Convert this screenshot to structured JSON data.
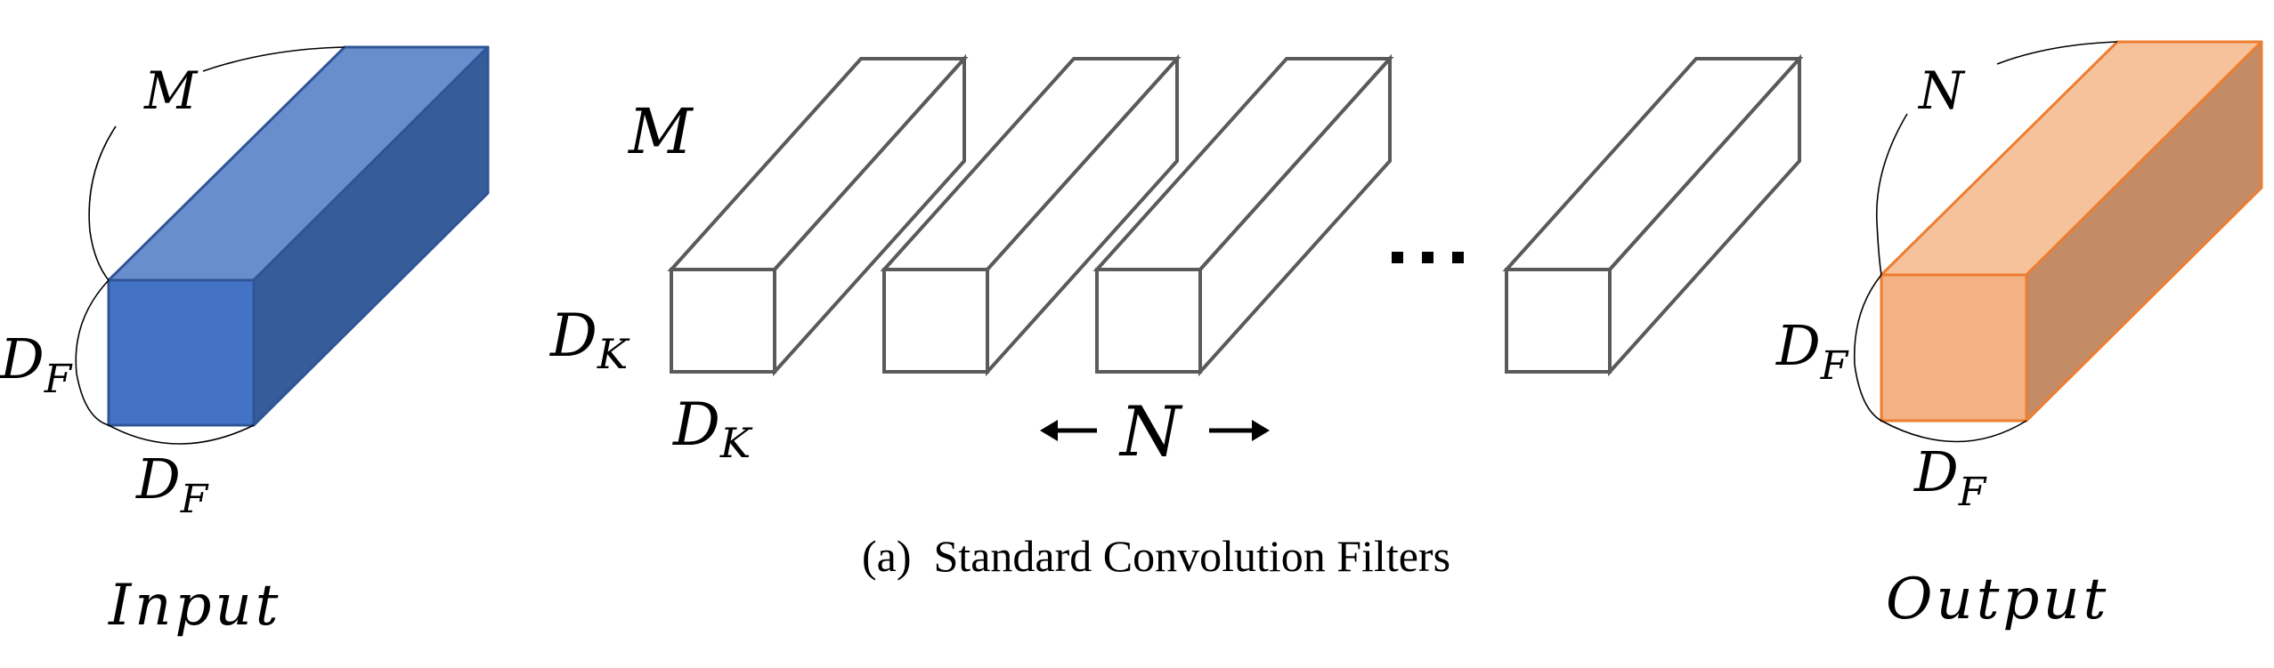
{
  "figure": {
    "caption": "(a)  Standard Convolution Filters",
    "input": {
      "label": "Input",
      "depth_label": "M",
      "height_label": {
        "main": "D",
        "sub": "F"
      },
      "width_label": {
        "main": "D",
        "sub": "F"
      },
      "colors": {
        "front": "#4472C4",
        "top": "#698ECE",
        "side": "#365C9A",
        "edge": "#2F5597"
      }
    },
    "filters": {
      "depth_label": "M",
      "height_label": {
        "main": "D",
        "sub": "K"
      },
      "width_label": {
        "main": "D",
        "sub": "K"
      },
      "count_label": "N",
      "ellipsis": "...",
      "visible_count": 4,
      "edge_color": "#5A5A5A"
    },
    "output": {
      "label": "Output",
      "depth_label": "N",
      "height_label": {
        "main": "D",
        "sub": "F"
      },
      "width_label": {
        "main": "D",
        "sub": "F"
      },
      "colors": {
        "front": "#F4B183",
        "top": "#F6C29C",
        "side": "#C48C66",
        "edge": "#ED7D31"
      }
    }
  }
}
